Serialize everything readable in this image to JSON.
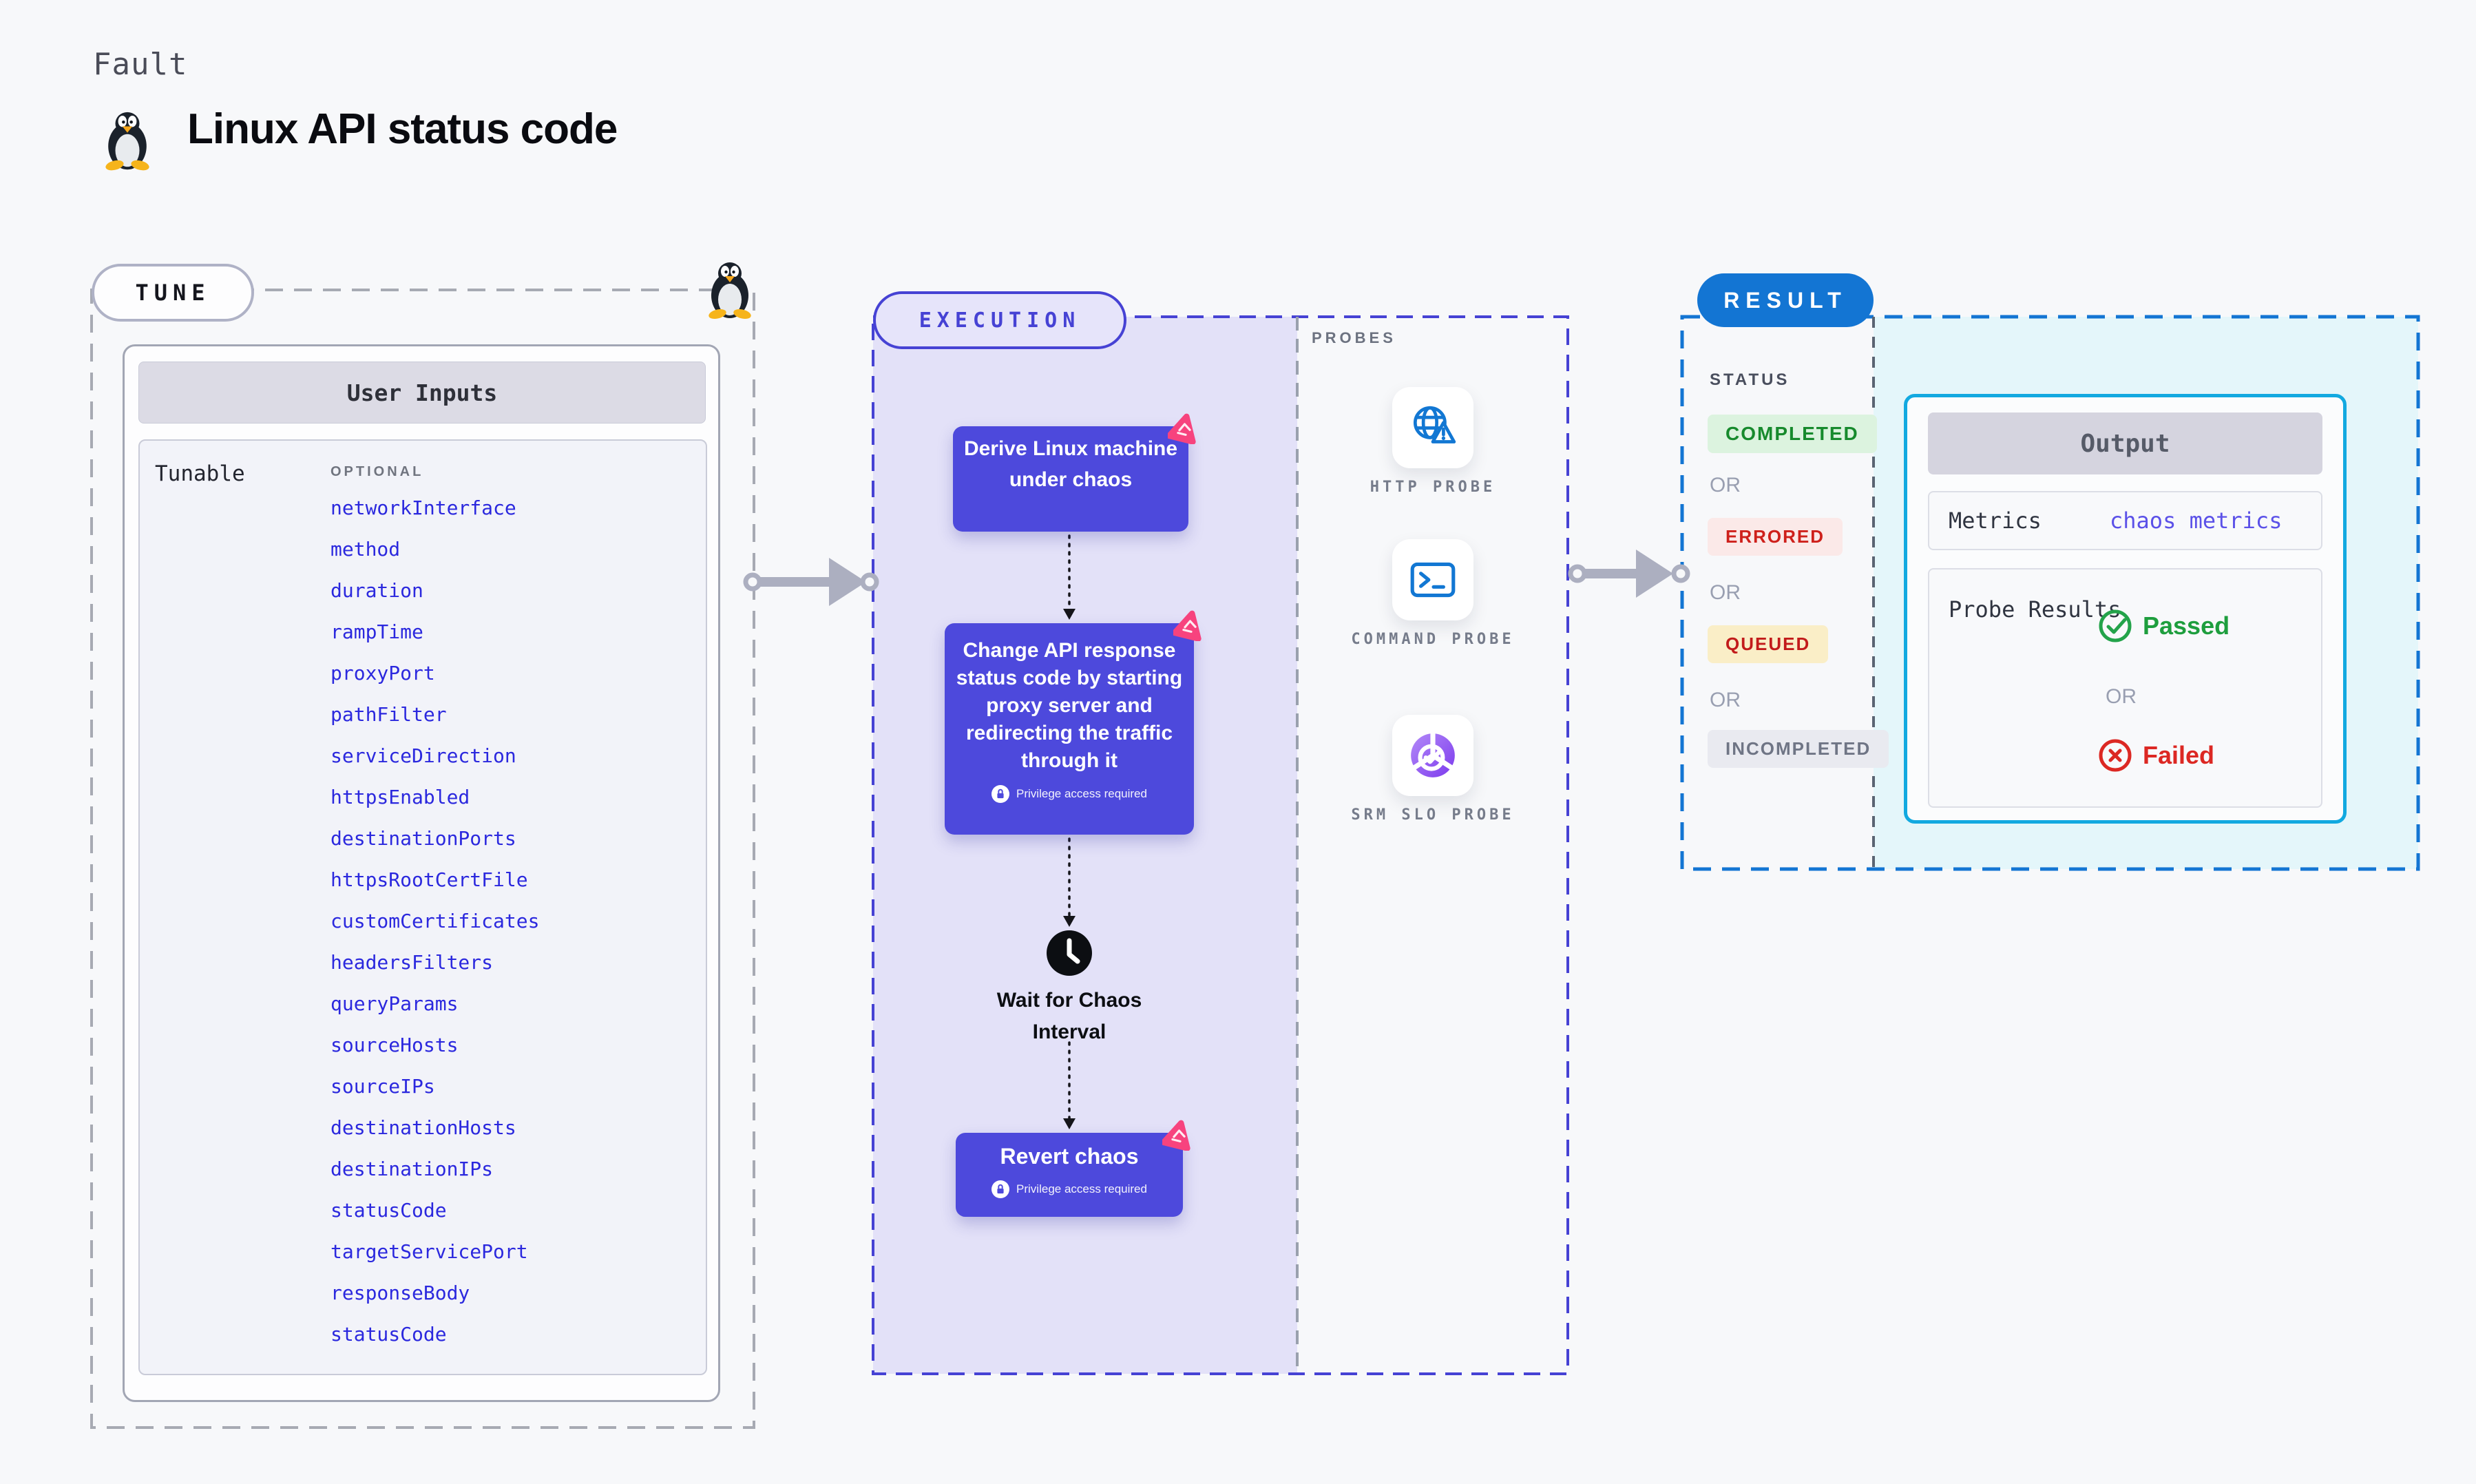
{
  "header": {
    "kicker": "Fault",
    "title": "Linux API status code"
  },
  "tune": {
    "label": "TUNE",
    "user_inputs_title": "User Inputs",
    "tunable_label": "Tunable",
    "optional_label": "OPTIONAL",
    "tunables": [
      "networkInterface",
      "method",
      "duration",
      "rampTime",
      "proxyPort",
      "pathFilter",
      "serviceDirection",
      "httpsEnabled",
      "destinationPorts",
      "httpsRootCertFile",
      "customCertificates",
      "headersFilters",
      "queryParams",
      "sourceHosts",
      "sourceIPs",
      "destinationHosts",
      "destinationIPs",
      "statusCode",
      "targetServicePort",
      "responseBody",
      "statusCode"
    ]
  },
  "execution": {
    "label": "EXECUTION",
    "step_derive": "Derive Linux machine under chaos",
    "step_change": "Change API response status code by starting proxy server and redirecting the traffic through it",
    "step_wait": "Wait for Chaos Interval",
    "step_revert": "Revert chaos",
    "privilege_note": "Privilege access required"
  },
  "probes": {
    "label": "PROBES",
    "items": [
      {
        "label": "HTTP PROBE",
        "icon": "globe-warning-icon"
      },
      {
        "label": "COMMAND PROBE",
        "icon": "terminal-icon"
      },
      {
        "label": "SRM SLO PROBE",
        "icon": "slo-pie-check-icon"
      }
    ]
  },
  "result": {
    "label": "RESULT",
    "status_label": "STATUS",
    "or_label": "OR",
    "statuses": [
      {
        "text": "COMPLETED",
        "fg": "#178A2D",
        "bg": "#DCF3DF"
      },
      {
        "text": "ERRORED",
        "fg": "#CE201B",
        "bg": "#FBE9E8"
      },
      {
        "text": "QUEUED",
        "fg": "#C21B1B",
        "bg": "#FAEEC7"
      },
      {
        "text": "INCOMPLETED",
        "fg": "#6F7585",
        "bg": "#E9EAF0"
      }
    ],
    "output": {
      "title": "Output",
      "metrics_label": "Metrics",
      "metrics_value": "chaos metrics",
      "probe_results_label": "Probe Results",
      "passed_label": "Passed",
      "or_label": "OR",
      "failed_label": "Failed"
    }
  },
  "colors": {
    "accent_indigo": "#4642D4",
    "flow_box": "#4D49DC",
    "lavender": "#E3E1F8",
    "result_blue": "#1375D3",
    "cyan_border": "#12A9E0",
    "cyan_bg": "#E4F6FA",
    "tunable_link": "#2B28DE",
    "chaos_pink": "#F7437E",
    "probe_blue": "#1277D3",
    "passed_green": "#23A34A",
    "failed_red": "#DC2823"
  }
}
